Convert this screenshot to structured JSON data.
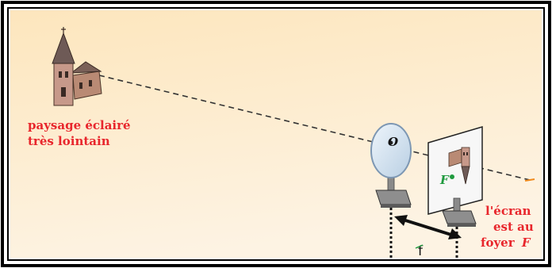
{
  "labels": {
    "landscape_line1": "paysage éclairé",
    "landscape_line2": "très lointain",
    "lens_center": "O",
    "focal_point": "F",
    "focal_length": "f",
    "screen_line1": "l'écran",
    "screen_line2": "est au",
    "screen_line3_word": "foyer",
    "screen_line3_symbol": "F"
  },
  "colors": {
    "background_top": "#fde9c2",
    "background_bottom": "#fdf2e0",
    "label_red": "#e8262c",
    "focal_green": "#1f9a3e",
    "frame": "#000000"
  },
  "icons": {
    "church": "church-icon",
    "lens": "converging-lens-icon",
    "screen": "screen-icon",
    "arrow": "double-arrow-icon"
  }
}
